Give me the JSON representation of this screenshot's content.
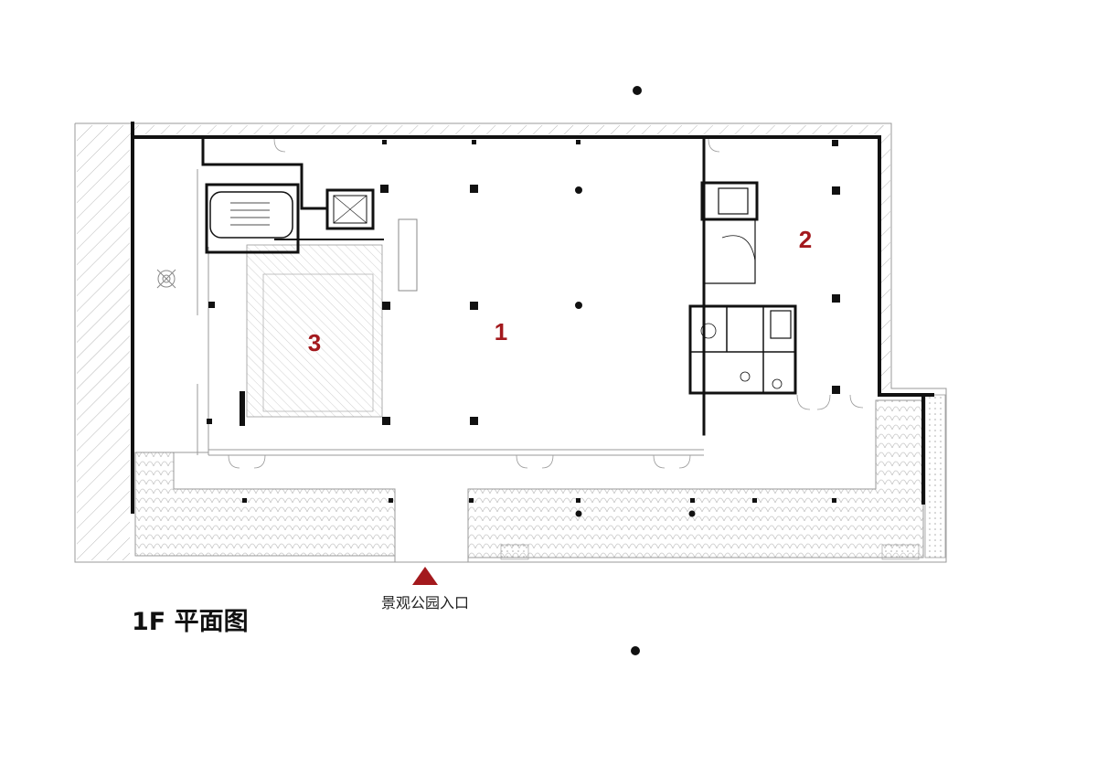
{
  "plan": {
    "title": "1F 平面图",
    "entrance_label": "景观公园入口",
    "room_labels": [
      "1",
      "2",
      "3"
    ],
    "colors": {
      "wall": "#111111",
      "thin_line": "#9a9a9a",
      "hatch": "#b8b8b8",
      "room_label": "#a3191d",
      "entrance_marker": "#a3191d"
    },
    "icons": [
      "entrance-triangle-icon",
      "tree-symbol-icon",
      "north-marker-dot-icon"
    ]
  }
}
